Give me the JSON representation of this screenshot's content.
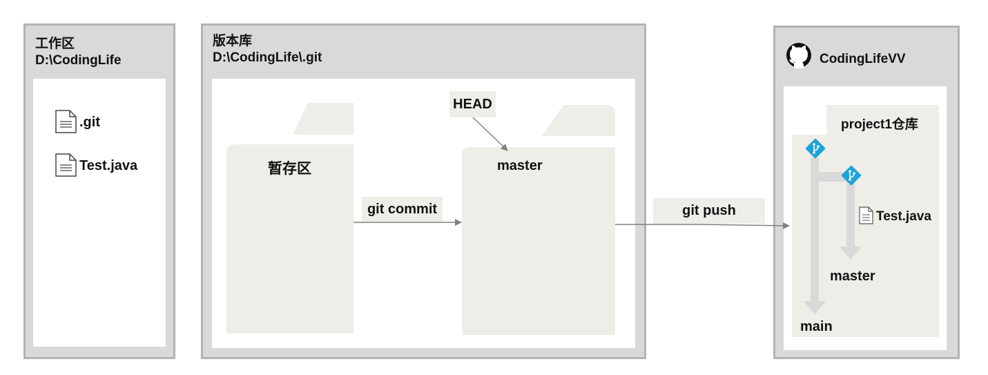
{
  "working_dir": {
    "title": "工作区",
    "path": "D:\\CodingLife",
    "files": [
      ".git",
      "Test.java"
    ]
  },
  "repo": {
    "title": "版本库",
    "path": "D:\\CodingLife\\.git",
    "staging_label": "暂存区",
    "branch_label": "master",
    "head_label": "HEAD",
    "commit_label": "git commit"
  },
  "push_label": "git push",
  "remote": {
    "user": "CodingLifeVV",
    "repo_label": "project1仓库",
    "file": "Test.java",
    "branch_master": "master",
    "branch_main": "main"
  },
  "colors": {
    "panel": "#d9d9d9",
    "border": "#b3b3b3",
    "folder": "#eeede7",
    "arrow": "#808080",
    "git_icon": "#1ea3d8"
  },
  "icons": [
    "file-icon",
    "github-icon",
    "git-branch-icon"
  ]
}
